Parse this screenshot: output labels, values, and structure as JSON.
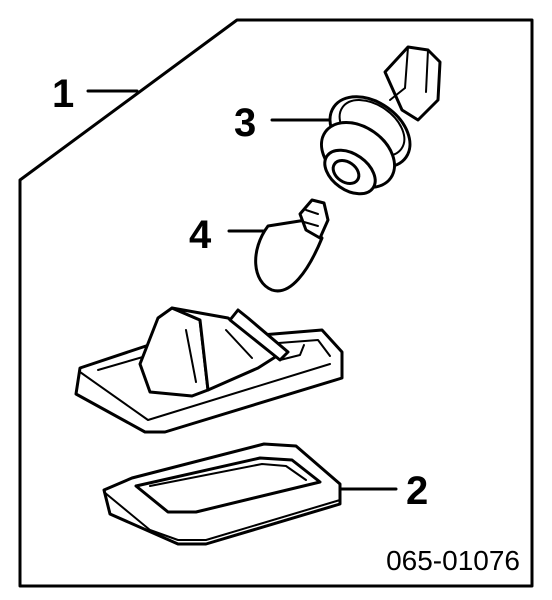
{
  "callouts": {
    "housing": "1",
    "lens_cover": "2",
    "socket": "3",
    "bulb": "4"
  },
  "diagram_code": "065-01076"
}
